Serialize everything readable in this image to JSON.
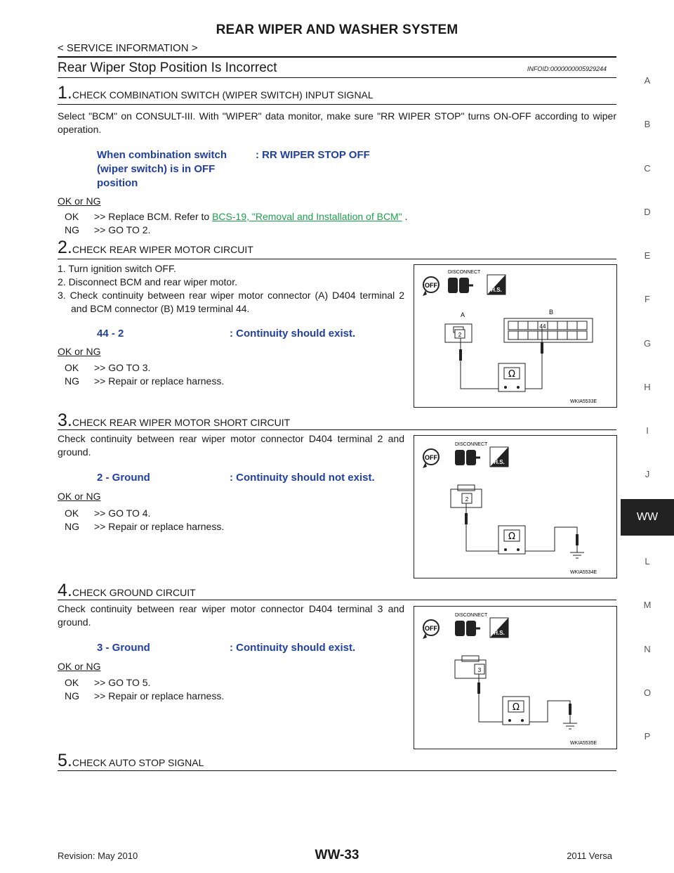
{
  "header": {
    "title": "REAR WIPER AND WASHER SYSTEM",
    "subtitle": "< SERVICE INFORMATION >"
  },
  "section": {
    "title": "Rear Wiper Stop Position Is Incorrect",
    "info_id": "INFOID:0000000005929244"
  },
  "steps": [
    {
      "num": "1.",
      "title": "CHECK COMBINATION SWITCH (WIPER SWITCH) INPUT SIGNAL",
      "text": "Select \"BCM\" on CONSULT-III. With \"WIPER\" data monitor, make sure \"RR WIPER STOP\" turns ON-OFF according to wiper operation.",
      "spec_left": "When combination switch (wiper switch) is in OFF position",
      "spec_right": ": RR WIPER STOP   OFF",
      "ok_ng": "OK or NG",
      "ok_label": "OK",
      "ok_text": ">> Replace BCM. Refer to ",
      "ok_link": "BCS-19, \"Removal and Installation of BCM\"",
      "ok_after": " .",
      "ng_label": "NG",
      "ng_text": ">> GO TO 2."
    },
    {
      "num": "2.",
      "title": "CHECK REAR WIPER MOTOR CIRCUIT",
      "list": [
        "1.  Turn ignition switch OFF.",
        "2.  Disconnect BCM and rear wiper motor.",
        "3.  Check continuity between rear wiper motor connector (A) D404 terminal 2 and BCM connector (B) M19 terminal 44."
      ],
      "spec_left": "44 - 2",
      "spec_right": ": Continuity should exist.",
      "ok_ng": "OK or NG",
      "ok_label": "OK",
      "ok_text": ">> GO TO 3.",
      "ng_label": "NG",
      "ng_text": ">> Repair or replace harness.",
      "figure_id": "WKIA5533E"
    },
    {
      "num": "3.",
      "title": "CHECK REAR WIPER MOTOR SHORT CIRCUIT",
      "text": "Check continuity between rear wiper motor connector D404 terminal 2 and ground.",
      "spec_left": "2 - Ground",
      "spec_right": ": Continuity should not exist.",
      "ok_ng": "OK or NG",
      "ok_label": "OK",
      "ok_text": ">> GO TO 4.",
      "ng_label": "NG",
      "ng_text": ">> Repair or replace harness.",
      "figure_id": "WKIA5534E"
    },
    {
      "num": "4.",
      "title": "CHECK GROUND CIRCUIT",
      "text": "Check continuity between rear wiper motor connector D404 terminal 3 and ground.",
      "spec_left": "3 - Ground",
      "spec_right": ": Continuity should exist.",
      "ok_ng": "OK or NG",
      "ok_label": "OK",
      "ok_text": ">> GO TO 5.",
      "ng_label": "NG",
      "ng_text": ">> Repair or replace harness.",
      "figure_id": "WKIA5535E"
    },
    {
      "num": "5.",
      "title": "CHECK AUTO STOP SIGNAL"
    }
  ],
  "figures": {
    "disconnect_label": "DISCONNECT",
    "off_label": "OFF",
    "hs_label": "H.S.",
    "conn_a": "A",
    "conn_b": "B",
    "term_2": "2",
    "term_44": "44",
    "term_3": "3",
    "ohm": "Ω"
  },
  "sidebar": [
    "A",
    "B",
    "C",
    "D",
    "E",
    "F",
    "G",
    "H",
    "I",
    "J",
    "WW",
    "L",
    "M",
    "N",
    "O",
    "P"
  ],
  "footer": {
    "revision": "Revision: May 2010",
    "page": "WW-33",
    "model": "2011 Versa"
  }
}
